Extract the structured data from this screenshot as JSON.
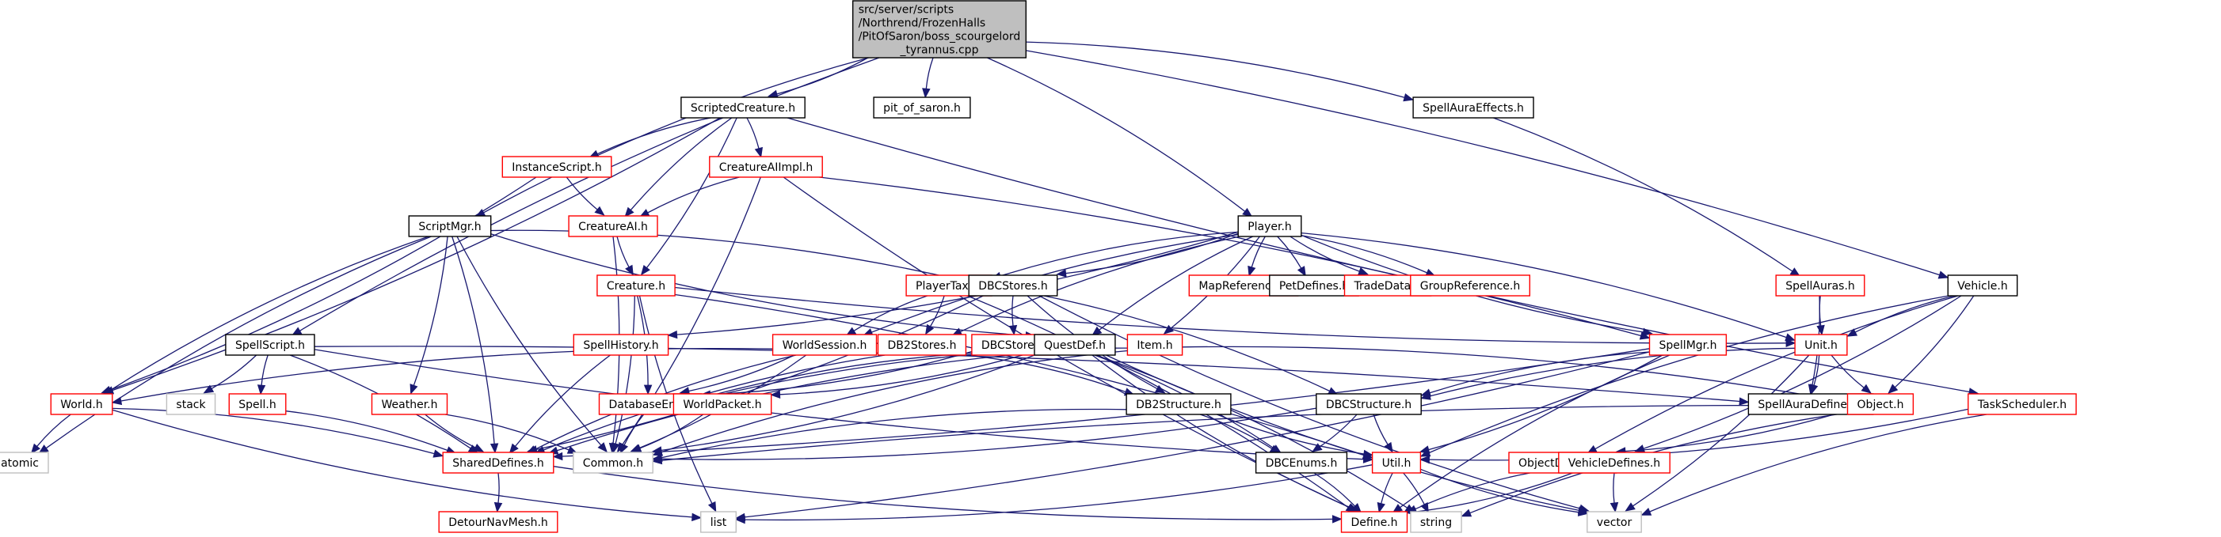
{
  "title": "Include dependency graph for boss_scourgelord_tyrannus.cpp",
  "colors": {
    "edge": "#191970",
    "root_fill": "#bfbfbf",
    "root_stroke": "#000000",
    "documented_stroke": "#000000",
    "truncated_stroke": "#ff0000",
    "system_stroke": "#bfbfbf"
  },
  "nodes": [
    {
      "id": "root",
      "label": [
        "src/server/scripts",
        "/Northrend/FrozenHalls",
        "/PitOfSaron/boss_scourgelord",
        "_tyrannus.cpp"
      ],
      "kind": "root"
    },
    {
      "id": "ScriptedCreature",
      "label": [
        "ScriptedCreature.h"
      ],
      "kind": "documented"
    },
    {
      "id": "pit_of_saron",
      "label": [
        "pit_of_saron.h"
      ],
      "kind": "documented"
    },
    {
      "id": "SpellAuraEffects",
      "label": [
        "SpellAuraEffects.h"
      ],
      "kind": "documented"
    },
    {
      "id": "InstanceScript",
      "label": [
        "InstanceScript.h"
      ],
      "kind": "truncated"
    },
    {
      "id": "CreatureAIImpl",
      "label": [
        "CreatureAIImpl.h"
      ],
      "kind": "truncated"
    },
    {
      "id": "ScriptMgr",
      "label": [
        "ScriptMgr.h"
      ],
      "kind": "documented"
    },
    {
      "id": "CreatureAI",
      "label": [
        "CreatureAI.h"
      ],
      "kind": "truncated"
    },
    {
      "id": "Player",
      "label": [
        "Player.h"
      ],
      "kind": "documented"
    },
    {
      "id": "Creature",
      "label": [
        "Creature.h"
      ],
      "kind": "truncated"
    },
    {
      "id": "PlayerTaxi",
      "label": [
        "PlayerTaxi.h"
      ],
      "kind": "truncated"
    },
    {
      "id": "DBCStores",
      "label": [
        "DBCStores.h"
      ],
      "kind": "documented"
    },
    {
      "id": "MapReference",
      "label": [
        "MapReference.h"
      ],
      "kind": "truncated"
    },
    {
      "id": "PetDefines",
      "label": [
        "PetDefines.h"
      ],
      "kind": "documented"
    },
    {
      "id": "TradeData",
      "label": [
        "TradeData.h"
      ],
      "kind": "truncated"
    },
    {
      "id": "GroupReference",
      "label": [
        "GroupReference.h"
      ],
      "kind": "truncated"
    },
    {
      "id": "SpellAuras",
      "label": [
        "SpellAuras.h"
      ],
      "kind": "truncated"
    },
    {
      "id": "Vehicle",
      "label": [
        "Vehicle.h"
      ],
      "kind": "documented"
    },
    {
      "id": "SpellScript",
      "label": [
        "SpellScript.h"
      ],
      "kind": "documented"
    },
    {
      "id": "SpellHistory",
      "label": [
        "SpellHistory.h"
      ],
      "kind": "truncated"
    },
    {
      "id": "WorldSession",
      "label": [
        "WorldSession.h"
      ],
      "kind": "truncated"
    },
    {
      "id": "DB2Stores",
      "label": [
        "DB2Stores.h"
      ],
      "kind": "truncated"
    },
    {
      "id": "DBCStore",
      "label": [
        "DBCStore.h"
      ],
      "kind": "truncated"
    },
    {
      "id": "QuestDef",
      "label": [
        "QuestDef.h"
      ],
      "kind": "documented"
    },
    {
      "id": "Item",
      "label": [
        "Item.h"
      ],
      "kind": "truncated"
    },
    {
      "id": "SpellMgr",
      "label": [
        "SpellMgr.h"
      ],
      "kind": "truncated"
    },
    {
      "id": "Unit",
      "label": [
        "Unit.h"
      ],
      "kind": "truncated"
    },
    {
      "id": "World",
      "label": [
        "World.h"
      ],
      "kind": "truncated"
    },
    {
      "id": "stack",
      "label": [
        "stack"
      ],
      "kind": "system"
    },
    {
      "id": "Spell",
      "label": [
        "Spell.h"
      ],
      "kind": "truncated"
    },
    {
      "id": "Weather",
      "label": [
        "Weather.h"
      ],
      "kind": "truncated"
    },
    {
      "id": "DatabaseEnv",
      "label": [
        "DatabaseEnv.h"
      ],
      "kind": "truncated"
    },
    {
      "id": "WorldPacket",
      "label": [
        "WorldPacket.h"
      ],
      "kind": "truncated"
    },
    {
      "id": "DB2Structure",
      "label": [
        "DB2Structure.h"
      ],
      "kind": "documented"
    },
    {
      "id": "DBCStructure",
      "label": [
        "DBCStructure.h"
      ],
      "kind": "documented"
    },
    {
      "id": "SpellAuraDefines",
      "label": [
        "SpellAuraDefines.h"
      ],
      "kind": "documented"
    },
    {
      "id": "Object",
      "label": [
        "Object.h"
      ],
      "kind": "truncated"
    },
    {
      "id": "TaskScheduler",
      "label": [
        "TaskScheduler.h"
      ],
      "kind": "truncated"
    },
    {
      "id": "atomic",
      "label": [
        "atomic"
      ],
      "kind": "system"
    },
    {
      "id": "SharedDefines",
      "label": [
        "SharedDefines.h"
      ],
      "kind": "truncated"
    },
    {
      "id": "Common",
      "label": [
        "Common.h"
      ],
      "kind": "system"
    },
    {
      "id": "DBCEnums",
      "label": [
        "DBCEnums.h"
      ],
      "kind": "documented"
    },
    {
      "id": "Util",
      "label": [
        "Util.h"
      ],
      "kind": "truncated"
    },
    {
      "id": "ObjectDefines",
      "label": [
        "ObjectDefines.h"
      ],
      "kind": "truncated"
    },
    {
      "id": "VehicleDefines",
      "label": [
        "VehicleDefines.h"
      ],
      "kind": "truncated"
    },
    {
      "id": "DetourNavMesh",
      "label": [
        "DetourNavMesh.h"
      ],
      "kind": "truncated"
    },
    {
      "id": "list",
      "label": [
        "list"
      ],
      "kind": "system"
    },
    {
      "id": "Define",
      "label": [
        "Define.h"
      ],
      "kind": "truncated"
    },
    {
      "id": "string",
      "label": [
        "string"
      ],
      "kind": "system"
    },
    {
      "id": "vector",
      "label": [
        "vector"
      ],
      "kind": "system"
    }
  ],
  "edges": [
    [
      "root",
      "ScriptedCreature"
    ],
    [
      "root",
      "pit_of_saron"
    ],
    [
      "root",
      "SpellAuraEffects"
    ],
    [
      "root",
      "ScriptMgr"
    ],
    [
      "root",
      "Player"
    ],
    [
      "root",
      "SpellScript"
    ],
    [
      "root",
      "Vehicle"
    ],
    [
      "ScriptedCreature",
      "InstanceScript"
    ],
    [
      "ScriptedCreature",
      "CreatureAIImpl"
    ],
    [
      "ScriptedCreature",
      "CreatureAI"
    ],
    [
      "ScriptedCreature",
      "Creature"
    ],
    [
      "ScriptedCreature",
      "TaskScheduler"
    ],
    [
      "ScriptedCreature",
      "World"
    ],
    [
      "InstanceScript",
      "CreatureAI"
    ],
    [
      "InstanceScript",
      "World"
    ],
    [
      "CreatureAIImpl",
      "CreatureAI"
    ],
    [
      "CreatureAIImpl",
      "Common"
    ],
    [
      "CreatureAIImpl",
      "Define"
    ],
    [
      "CreatureAIImpl",
      "SpellMgr"
    ],
    [
      "CreatureAI",
      "Creature"
    ],
    [
      "CreatureAI",
      "Common"
    ],
    [
      "ScriptMgr",
      "Common"
    ],
    [
      "ScriptMgr",
      "SharedDefines"
    ],
    [
      "ScriptMgr",
      "World"
    ],
    [
      "ScriptMgr",
      "Weather"
    ],
    [
      "ScriptMgr",
      "QuestDef"
    ],
    [
      "ScriptMgr",
      "DBCStores"
    ],
    [
      "ScriptMgr",
      "atomic"
    ],
    [
      "Creature",
      "Common"
    ],
    [
      "Creature",
      "Unit"
    ],
    [
      "Creature",
      "DatabaseEnv"
    ],
    [
      "Creature",
      "list"
    ],
    [
      "Creature",
      "Util"
    ],
    [
      "Player",
      "PlayerTaxi"
    ],
    [
      "Player",
      "DBCStores"
    ],
    [
      "Player",
      "MapReference"
    ],
    [
      "Player",
      "PetDefines"
    ],
    [
      "Player",
      "TradeData"
    ],
    [
      "Player",
      "GroupReference"
    ],
    [
      "Player",
      "QuestDef"
    ],
    [
      "Player",
      "Item"
    ],
    [
      "Player",
      "SpellMgr"
    ],
    [
      "Player",
      "Unit"
    ],
    [
      "Player",
      "WorldSession"
    ],
    [
      "Player",
      "SpellHistory"
    ],
    [
      "Player",
      "DB2Stores"
    ],
    [
      "PlayerTaxi",
      "DB2Stores"
    ],
    [
      "PlayerTaxi",
      "WorldSession"
    ],
    [
      "PlayerTaxi",
      "Define"
    ],
    [
      "DBCStores",
      "DBCStore"
    ],
    [
      "DBCStores",
      "DBCStructure"
    ],
    [
      "DBCStores",
      "DB2Structure"
    ],
    [
      "DBCStores",
      "SharedDefines"
    ],
    [
      "DBCStores",
      "vector"
    ],
    [
      "SpellAuraEffects",
      "SpellAuras"
    ],
    [
      "SpellAuras",
      "Unit"
    ],
    [
      "SpellAuras",
      "SpellAuraDefines"
    ],
    [
      "Vehicle",
      "Unit"
    ],
    [
      "Vehicle",
      "Object"
    ],
    [
      "Vehicle",
      "ObjectDefines"
    ],
    [
      "Vehicle",
      "VehicleDefines"
    ],
    [
      "Vehicle",
      "Util"
    ],
    [
      "SpellScript",
      "stack"
    ],
    [
      "SpellScript",
      "Spell"
    ],
    [
      "SpellScript",
      "SharedDefines"
    ],
    [
      "SpellScript",
      "Util"
    ],
    [
      "SpellScript",
      "SpellAuraDefines"
    ],
    [
      "SpellHistory",
      "SharedDefines"
    ],
    [
      "WorldSession",
      "Common"
    ],
    [
      "WorldSession",
      "SharedDefines"
    ],
    [
      "WorldSession",
      "DatabaseEnv"
    ],
    [
      "WorldSession",
      "World"
    ],
    [
      "DB2Stores",
      "DB2Structure"
    ],
    [
      "DB2Stores",
      "SharedDefines"
    ],
    [
      "DBCStore",
      "DatabaseEnv"
    ],
    [
      "QuestDef",
      "DatabaseEnv"
    ],
    [
      "QuestDef",
      "WorldPacket"
    ],
    [
      "QuestDef",
      "SharedDefines"
    ],
    [
      "QuestDef",
      "DBCEnums"
    ],
    [
      "QuestDef",
      "Define"
    ],
    [
      "QuestDef",
      "string"
    ],
    [
      "QuestDef",
      "vector"
    ],
    [
      "QuestDef",
      "Common"
    ],
    [
      "Item",
      "Common"
    ],
    [
      "Item",
      "Object"
    ],
    [
      "Item",
      "DatabaseEnv"
    ],
    [
      "SpellMgr",
      "SharedDefines"
    ],
    [
      "SpellMgr",
      "DBCStructure"
    ],
    [
      "SpellMgr",
      "Util"
    ],
    [
      "SpellMgr",
      "Define"
    ],
    [
      "SpellMgr",
      "list"
    ],
    [
      "Unit",
      "Object"
    ],
    [
      "Unit",
      "SpellAuraDefines"
    ],
    [
      "Unit",
      "DBCStructure"
    ],
    [
      "Unit",
      "vector"
    ],
    [
      "World",
      "atomic"
    ],
    [
      "World",
      "SharedDefines"
    ],
    [
      "World",
      "list"
    ],
    [
      "Spell",
      "SharedDefines"
    ],
    [
      "Weather",
      "SharedDefines"
    ],
    [
      "Weather",
      "Common"
    ],
    [
      "DatabaseEnv",
      "Common"
    ],
    [
      "WorldPacket",
      "Common"
    ],
    [
      "DB2Structure",
      "Common"
    ],
    [
      "DB2Structure",
      "DBCEnums"
    ],
    [
      "DB2Structure",
      "Util"
    ],
    [
      "DBCStructure",
      "DBCEnums"
    ],
    [
      "DBCStructure",
      "Util"
    ],
    [
      "DBCStructure",
      "Common"
    ],
    [
      "Object",
      "Common"
    ],
    [
      "Object",
      "ObjectDefines"
    ],
    [
      "Object",
      "string"
    ],
    [
      "TaskScheduler",
      "Util"
    ],
    [
      "TaskScheduler",
      "vector"
    ],
    [
      "SharedDefines",
      "DetourNavMesh"
    ],
    [
      "SharedDefines",
      "Define"
    ],
    [
      "DBCEnums",
      "Define"
    ],
    [
      "Util",
      "Define"
    ],
    [
      "Util",
      "string"
    ],
    [
      "Util",
      "vector"
    ],
    [
      "Util",
      "list"
    ],
    [
      "ObjectDefines",
      "Define"
    ],
    [
      "VehicleDefines",
      "Define"
    ],
    [
      "VehicleDefines",
      "vector"
    ]
  ]
}
